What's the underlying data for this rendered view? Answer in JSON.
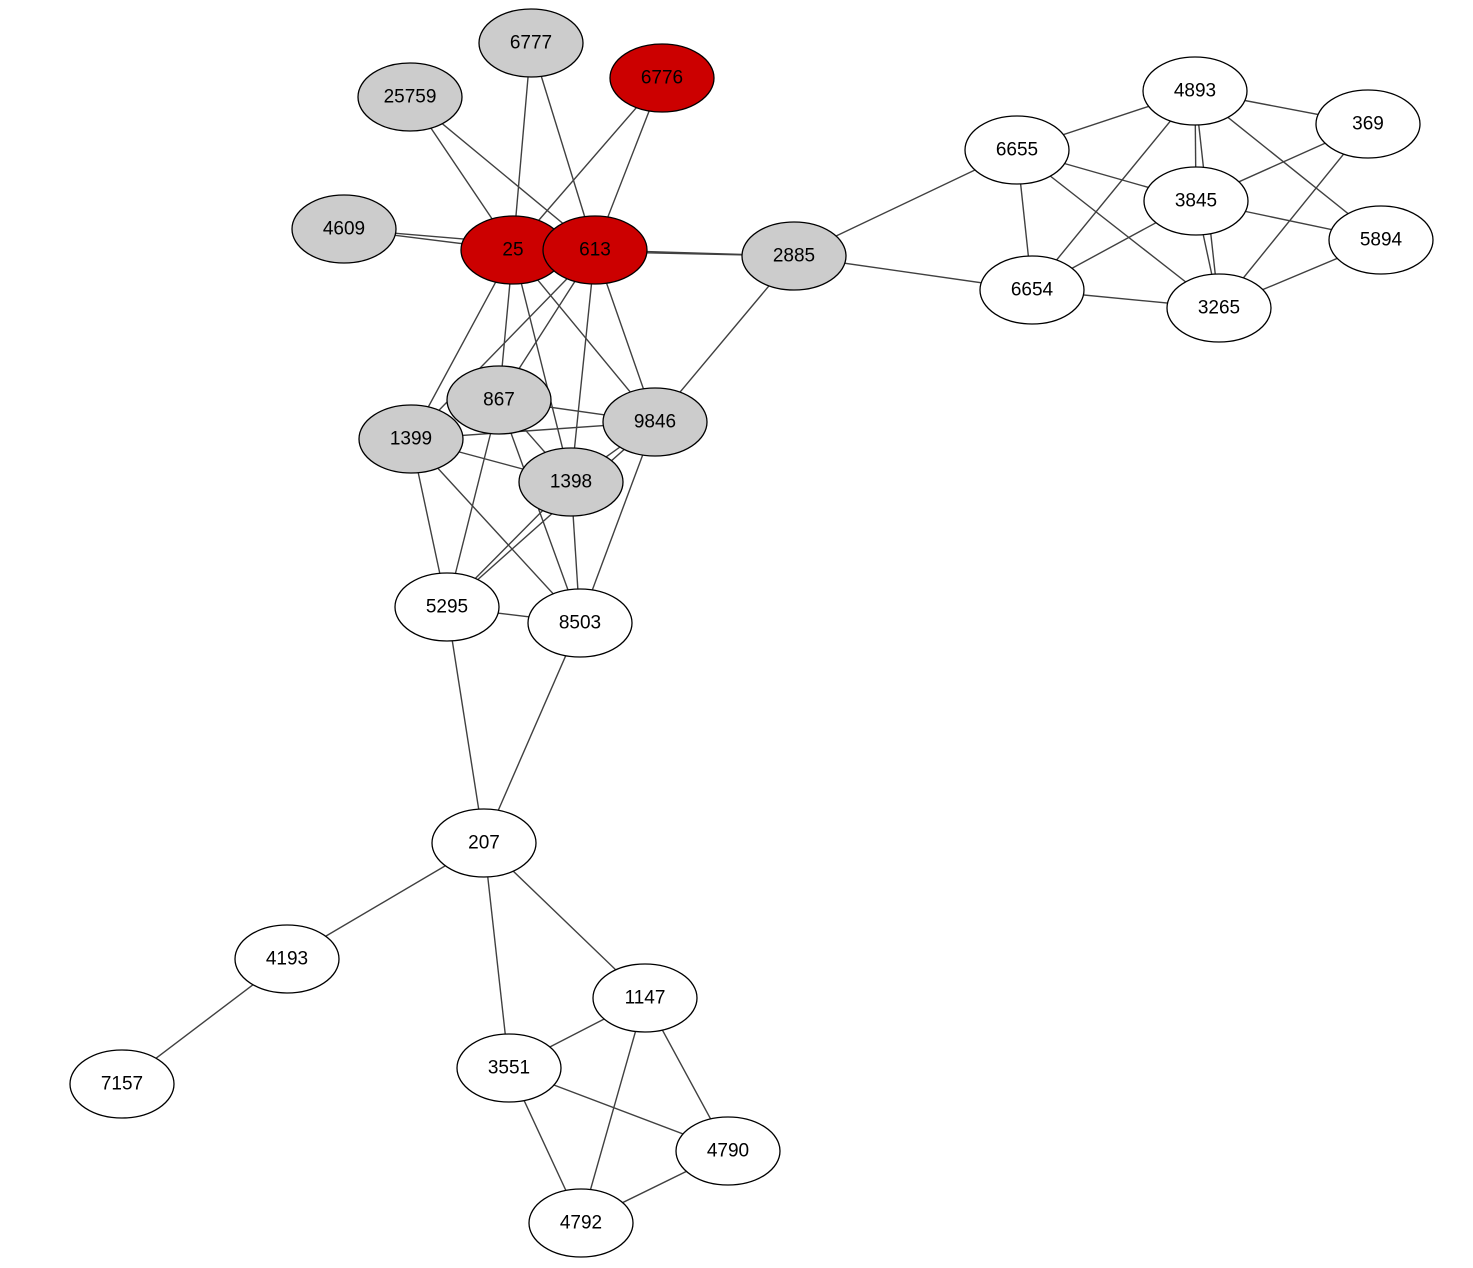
{
  "colors": {
    "highlight": "#cc0000",
    "neighbor": "#cccccc",
    "other": "#ffffff",
    "edge": "#404040",
    "stroke": "#000000"
  },
  "nodes": [
    {
      "id": "6777",
      "label": "6777",
      "group": "neighbor"
    },
    {
      "id": "6776",
      "label": "6776",
      "group": "highlight"
    },
    {
      "id": "25759",
      "label": "25759",
      "group": "neighbor"
    },
    {
      "id": "4609",
      "label": "4609",
      "group": "neighbor"
    },
    {
      "id": "25",
      "label": "25",
      "group": "highlight"
    },
    {
      "id": "613",
      "label": "613",
      "group": "highlight"
    },
    {
      "id": "2885",
      "label": "2885",
      "group": "neighbor"
    },
    {
      "id": "867",
      "label": "867",
      "group": "neighbor"
    },
    {
      "id": "1399",
      "label": "1399",
      "group": "neighbor"
    },
    {
      "id": "9846",
      "label": "9846",
      "group": "neighbor"
    },
    {
      "id": "1398",
      "label": "1398",
      "group": "neighbor"
    },
    {
      "id": "5295",
      "label": "5295",
      "group": "other"
    },
    {
      "id": "8503",
      "label": "8503",
      "group": "other"
    },
    {
      "id": "207",
      "label": "207",
      "group": "other"
    },
    {
      "id": "4193",
      "label": "4193",
      "group": "other"
    },
    {
      "id": "7157",
      "label": "7157",
      "group": "other"
    },
    {
      "id": "1147",
      "label": "1147",
      "group": "other"
    },
    {
      "id": "3551",
      "label": "3551",
      "group": "other"
    },
    {
      "id": "4790",
      "label": "4790",
      "group": "other"
    },
    {
      "id": "4792",
      "label": "4792",
      "group": "other"
    },
    {
      "id": "4893",
      "label": "4893",
      "group": "other"
    },
    {
      "id": "369",
      "label": "369",
      "group": "other"
    },
    {
      "id": "6655",
      "label": "6655",
      "group": "other"
    },
    {
      "id": "3845",
      "label": "3845",
      "group": "other"
    },
    {
      "id": "5894",
      "label": "5894",
      "group": "other"
    },
    {
      "id": "6654",
      "label": "6654",
      "group": "other"
    },
    {
      "id": "3265",
      "label": "3265",
      "group": "other"
    }
  ],
  "edges": [
    [
      "6777",
      "25"
    ],
    [
      "6777",
      "613"
    ],
    [
      "6776",
      "25"
    ],
    [
      "6776",
      "613"
    ],
    [
      "25759",
      "25"
    ],
    [
      "25759",
      "613"
    ],
    [
      "4609",
      "25"
    ],
    [
      "4609",
      "613"
    ],
    [
      "25",
      "613"
    ],
    [
      "25",
      "2885"
    ],
    [
      "613",
      "2885"
    ],
    [
      "25",
      "867"
    ],
    [
      "25",
      "1399"
    ],
    [
      "25",
      "9846"
    ],
    [
      "25",
      "1398"
    ],
    [
      "613",
      "867"
    ],
    [
      "613",
      "1399"
    ],
    [
      "613",
      "9846"
    ],
    [
      "613",
      "1398"
    ],
    [
      "867",
      "9846"
    ],
    [
      "867",
      "1398"
    ],
    [
      "867",
      "8503"
    ],
    [
      "867",
      "5295"
    ],
    [
      "1399",
      "9846"
    ],
    [
      "1399",
      "1398"
    ],
    [
      "1399",
      "5295"
    ],
    [
      "1399",
      "8503"
    ],
    [
      "9846",
      "1398"
    ],
    [
      "9846",
      "5295"
    ],
    [
      "9846",
      "8503"
    ],
    [
      "9846",
      "2885"
    ],
    [
      "1398",
      "5295"
    ],
    [
      "1398",
      "8503"
    ],
    [
      "5295",
      "8503"
    ],
    [
      "5295",
      "207"
    ],
    [
      "8503",
      "207"
    ],
    [
      "207",
      "4193"
    ],
    [
      "207",
      "1147"
    ],
    [
      "207",
      "3551"
    ],
    [
      "4193",
      "7157"
    ],
    [
      "1147",
      "3551"
    ],
    [
      "1147",
      "4790"
    ],
    [
      "1147",
      "4792"
    ],
    [
      "3551",
      "4790"
    ],
    [
      "3551",
      "4792"
    ],
    [
      "4790",
      "4792"
    ],
    [
      "2885",
      "6655"
    ],
    [
      "2885",
      "6654"
    ],
    [
      "6655",
      "4893"
    ],
    [
      "6655",
      "3845"
    ],
    [
      "6655",
      "6654"
    ],
    [
      "6655",
      "3265"
    ],
    [
      "4893",
      "369"
    ],
    [
      "4893",
      "3845"
    ],
    [
      "4893",
      "5894"
    ],
    [
      "4893",
      "6654"
    ],
    [
      "4893",
      "3265"
    ],
    [
      "369",
      "3845"
    ],
    [
      "369",
      "3265"
    ],
    [
      "3845",
      "5894"
    ],
    [
      "3845",
      "6654"
    ],
    [
      "3845",
      "3265"
    ],
    [
      "5894",
      "3265"
    ],
    [
      "6654",
      "3265"
    ]
  ]
}
